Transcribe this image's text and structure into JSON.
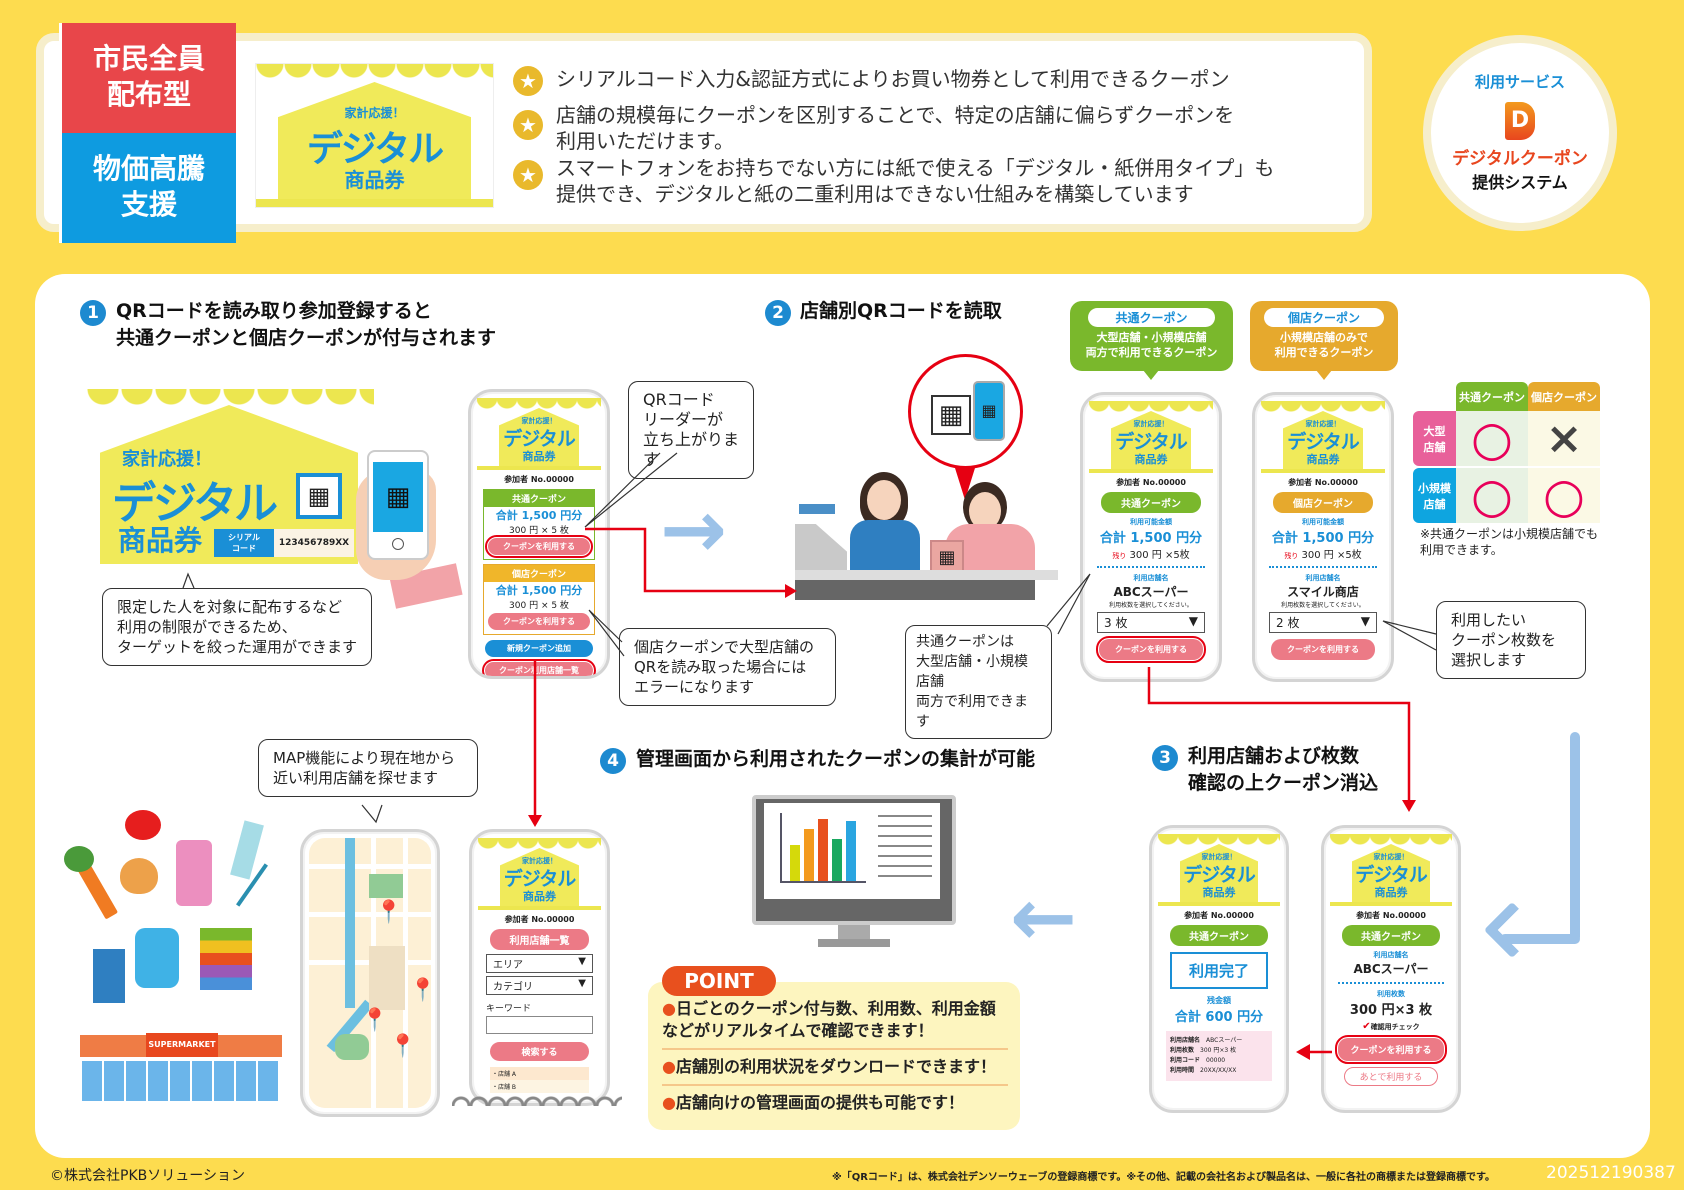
{
  "header": {
    "badge_top": "市民全員\n配布型",
    "badge_bottom": "物価高騰\n支援",
    "features": [
      "シリアルコード入力&認証方式によりお買い物券として利用できるクーポン",
      "店舗の規模毎にクーポンを区別することで、特定の店舗に偏らずクーポンを\n利用いただけます。",
      "スマートフォンをお持ちでない方には紙で使える「デジタル・紙併用タイプ」も\n提供でき、デジタルと紙の二重利用はできない仕組みを構築しています"
    ],
    "service": {
      "label": "利用サービス",
      "name": "デジタルクーポン",
      "system": "提供システム",
      "logo_letter": "D"
    }
  },
  "banner": {
    "tagline": "家計応援！",
    "title": "デジタル",
    "subtitle": "商品券",
    "serial_label": "シリアル\nコード",
    "serial_value": "123456789XX"
  },
  "steps": [
    {
      "num": "1",
      "title": "QRコードを読み取り参加登録すると\n共通クーポンと個店クーポンが付与されます"
    },
    {
      "num": "2",
      "title": "店舗別QRコードを読取"
    },
    {
      "num": "3",
      "title": "利用店舗および枚数\n確認の上クーポン消込"
    },
    {
      "num": "4",
      "title": "管理画面から利用されたクーポンの集計が可能"
    }
  ],
  "callouts": {
    "limited": "限定した人を対象に配布するなど\n利用の制限ができるため、\nターゲットを絞った運用ができます",
    "qr_reader": "QRコード\nリーダーが\n立ち上がります",
    "shop_error": "個店クーポンで大型店舗の\nQRを読み取った場合には\nエラーになります",
    "common_both": "共通クーポンは\n大型店舗・小規模店舗\n両方で利用できます",
    "select_count": "利用したい\nクーポン枚数を\n選択します",
    "map": "MAP機能により現在地から\n近い利用店舗を探せます"
  },
  "coupon_types": [
    {
      "name": "共通クーポン",
      "desc": "大型店舗・小規模店舗\n両方で利用できるクーポン",
      "color": "#7ab82c"
    },
    {
      "name": "個店クーポン",
      "desc": "小規模店舗のみで\n利用できるクーポン",
      "color": "#e6a92d"
    }
  ],
  "matrix": {
    "columns": [
      "共通クーポン",
      "個店クーポン"
    ],
    "rows": [
      {
        "label": "大型\n店舗",
        "values": [
          "○",
          "×"
        ]
      },
      {
        "label": "小規模\n店舗",
        "values": [
          "○",
          "○"
        ]
      }
    ],
    "note": "※共通クーポンは小規模店舗でも\n利用できます。"
  },
  "phone_home": {
    "participant": "参加者 No.00000",
    "common": {
      "header": "共通クーポン",
      "total": "合計 1,500 円分",
      "count": "300 円 × 5 枚",
      "button": "クーポンを利用する"
    },
    "shop": {
      "header": "個店クーポン",
      "total": "合計 1,500 円分",
      "count": "300 円 × 5 枚",
      "button": "クーポンを利用する"
    },
    "add_button": "新規クーポン追加",
    "list_button": "クーポン利用店舗一覧"
  },
  "phone_common": {
    "participant": "参加者 No.00000",
    "pill": "共通クーポン",
    "available_label": "利用可能金額",
    "total": "合計 1,500 円分",
    "remain_label": "残り",
    "remain": "300 円 ×5枚",
    "store_label": "利用店舗名",
    "store": "ABCスーパー",
    "select_label": "利用枚数を選択してください。",
    "select_value": "3 枚",
    "button": "クーポンを利用する"
  },
  "phone_shop": {
    "participant": "参加者 No.00000",
    "pill": "個店クーポン",
    "available_label": "利用可能金額",
    "total": "合計 1,500 円分",
    "remain_label": "残り",
    "remain": "300 円 ×5枚",
    "store_label": "利用店舗名",
    "store": "スマイル商店",
    "select_label": "利用枚数を選択してください。",
    "select_value": "2 枚",
    "button": "クーポンを利用する"
  },
  "phone_list": {
    "participant": "参加者 No.00000",
    "header": "利用店舗一覧",
    "area": "エリア",
    "category": "カテゴリ",
    "keyword_label": "キーワード",
    "keyword_value": "",
    "search": "検索する",
    "results": [
      "・店舗 A",
      "・店舗 B"
    ]
  },
  "phone_done": {
    "participant": "参加者 No.00000",
    "pill": "共通クーポン",
    "status": "利用完了",
    "balance_label": "残金額",
    "balance": "合計 600 円分",
    "receipt": [
      {
        "k": "利用店舗名",
        "v": "ABCスーパー"
      },
      {
        "k": "利用枚数",
        "v": "300 円×3 枚"
      },
      {
        "k": "利用コード",
        "v": "00000"
      },
      {
        "k": "利用時間",
        "v": "20XX/XX/XX"
      }
    ]
  },
  "phone_confirm": {
    "participant": "参加者 No.00000",
    "pill": "共通クーポン",
    "store_label": "利用店舗名",
    "store": "ABCスーパー",
    "count_label": "利用枚数",
    "count": "300 円×3 枚",
    "check": "確認用チェック",
    "button": "クーポンを利用する",
    "later": "あとで利用する"
  },
  "point": {
    "badge": "POINT",
    "items": [
      "日ごとのクーポン付与数、利用数、利用金額\nなどがリアルタイムで確認できます！",
      "店舗別の利用状況をダウンロードできます！",
      "店舗向けの管理画面の提供も可能です！"
    ]
  },
  "supermarket_sign": "SUPERMARKET",
  "footer": {
    "copyright": "©株式会社PKBソリューション",
    "trademark": "※「QRコード」は、株式会社デンソーウェーブの登録商標です。※その他、記載の会社名および製品名は、一般に各社の商標または登録商標です。",
    "code": "202512190387"
  },
  "colors": {
    "background": "#fddc4f",
    "blue": "#1a8fd6",
    "green": "#7ab82c",
    "orange": "#e6a92d",
    "red": "#e60012",
    "pink": "#ec7a86"
  }
}
